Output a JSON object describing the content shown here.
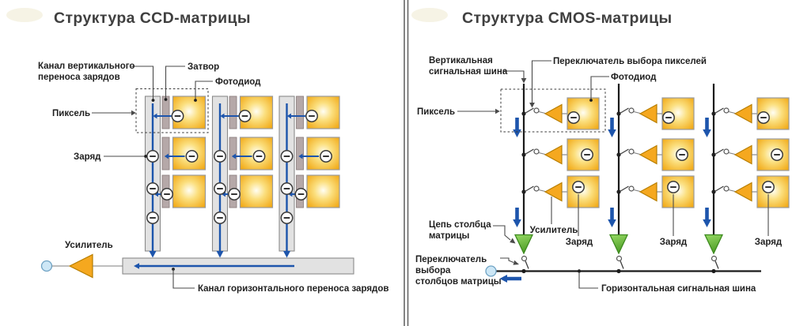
{
  "left_panel": {
    "title": "Структура CCD-матрицы",
    "labels": {
      "vertical_channel_line1": "Канал вертикального",
      "vertical_channel_line2": "переноса зарядов",
      "gate": "Затвор",
      "photodiode": "Фотодиод",
      "pixel": "Пиксель",
      "charge": "Заряд",
      "amplifier": "Усилитель",
      "horizontal_channel": "Канал горизонтального переноса зарядов"
    }
  },
  "right_panel": {
    "title": "Структура CMOS-матрицы",
    "labels": {
      "vertical_bus_line1": "Вертикальная",
      "vertical_bus_line2": "сигнальная шина",
      "pixel_switch": "Переключатель выбора пикселей",
      "photodiode": "Фотодиод",
      "pixel": "Пиксель",
      "column_circuit_line1": "Цепь столбца",
      "column_circuit_line2": "матрицы",
      "amplifier": "Усилитель",
      "charge": "Заряд",
      "column_switch_line1": "Переключатель",
      "column_switch_line2": "выбора",
      "column_switch_line3": "столбцов матрицы",
      "horizontal_bus": "Горизонтальная сигнальная шина"
    }
  },
  "colors": {
    "background": "#ffffff",
    "title_text": "#3f3f3f",
    "label_text": "#1f1f1f",
    "photodiode_edge": "#F0A30A",
    "photodiode_mid": "#FBDF7E",
    "photodiode_center": "#FFFEF4",
    "channel_fill": "#E2E2E2",
    "channel_border": "#8A8A8A",
    "gate_fill": "#B5A8A8",
    "gate_border": "#8F8282",
    "signal_blue": "#1D55AC",
    "amplifier_orange": "#F5A81F",
    "amplifier_border": "#B87E00",
    "column_circuit_green": "#6CC04A",
    "column_circuit_green_dark": "#3C8A1E",
    "output_node_fill": "#CDE7F6",
    "output_node_border": "#6FA3C4",
    "bus_black": "#1a1a1a",
    "callout_gray": "#4a4a4a"
  }
}
